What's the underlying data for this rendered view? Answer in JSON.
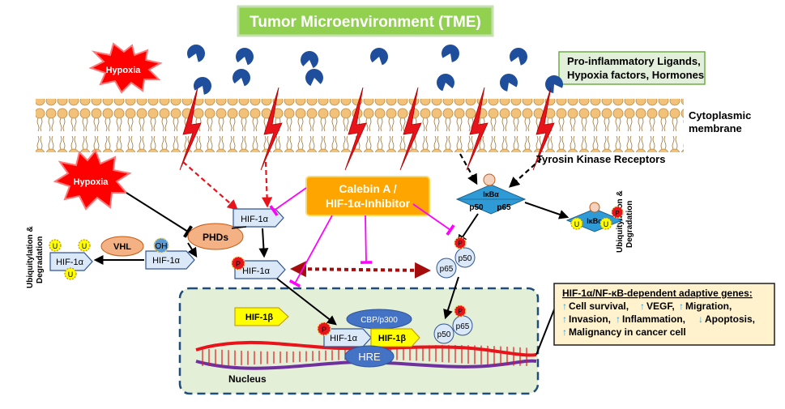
{
  "title": "Tumor Microenvironment (TME)",
  "ligand_box": {
    "line1": "Pro-inflammatory Ligands,",
    "line2": "Hypoxia factors, Hormones"
  },
  "membrane_label": {
    "line1": "Cytoplasmic",
    "line2": "membrane"
  },
  "receptor_label": "Tyrosin Kinase Receptors",
  "hypoxia": "Hypoxia",
  "inhibitor": {
    "line1": "Calebin A /",
    "line2": "HIF-1α-Inhibitor"
  },
  "hif1a": "HIF-1α",
  "hif1b": "HIF-1β",
  "phds": "PHDs",
  "vhl": "VHL",
  "oh": "OH",
  "u": "U",
  "p": "P",
  "ikba": "IκBα",
  "p50": "p50",
  "p65": "p65",
  "cbp": "CBP/p300",
  "hre": "HRE",
  "nucleus": "Nucleus",
  "degradation": {
    "line1": "Ubiquitylation &",
    "line2": "Degradation"
  },
  "genes": {
    "title": "HIF-1α/NF-κB-dependent adaptive genes:",
    "l1a": "Cell survival,",
    "l1b": "VEGF,",
    "l1c": "Migration,",
    "l2a": "Invasion,",
    "l2b": "Inflammation,",
    "l2c": "Apoptosis,",
    "l3a": "Malignancy in cancer cell"
  },
  "colors": {
    "title_bg": "#92d050",
    "ligand": "#1f4e9c",
    "membrane": "#f2c27a",
    "receptor": "#e8141b",
    "hypoxia": "#ff0000",
    "inhibitor": "#ffa500",
    "magenta": "#ff00ff",
    "nucleus_bg": "#e4efd8",
    "nf_kb": "#2e9ad6",
    "hre": "#4472c4",
    "dna_red": "#e8141b",
    "dna_purple": "#7030a0"
  }
}
